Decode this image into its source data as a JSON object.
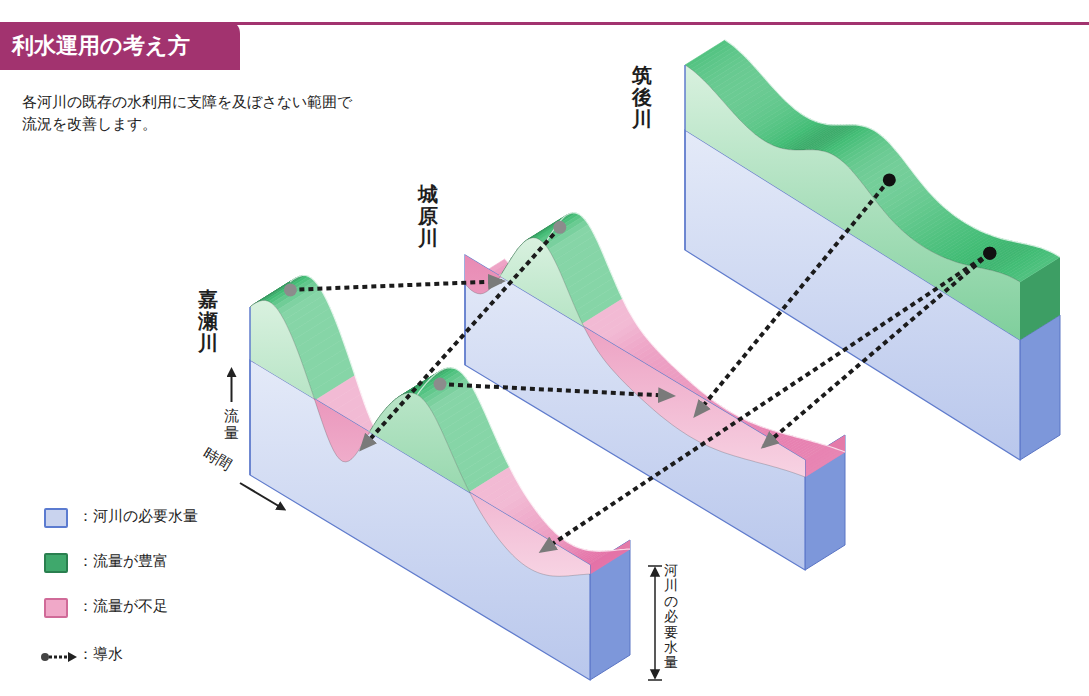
{
  "diagram": {
    "title": "利水運用の考え方",
    "nodes": [
      {
        "text": [
          "嘉瀬川"
        ]
      },
      {
        "text": [
          "城原川"
        ]
      },
      {
        "text": [
          "筑後川"
        ]
      }
    ],
    "edges": [
      {
        "from": 0,
        "to": 1,
        "arrow": "to"
      },
      {
        "from": 1,
        "to": 0,
        "arrow": "to"
      },
      {
        "from": 0,
        "to": 1,
        "arrow": "to"
      },
      {
        "from": 2,
        "to": 1,
        "arrow": "to"
      },
      {
        "from": 2,
        "to": 1,
        "arrow": "to"
      },
      {
        "from": 2,
        "to": 0,
        "arrow": "to"
      }
    ],
    "labels": [
      "各河川の既存の水利用に支障を及ぼさない範囲で 流況を改善します。",
      "流量",
      "時間",
      "河川の必要水量"
    ],
    "legend": [
      {
        "text": "：河川の必要水量",
        "color": "#c9d3ee"
      },
      {
        "text": "：流量が豊富",
        "color": "#3fa86c"
      },
      {
        "text": "：流量が不足",
        "color": "#f0a8c8"
      },
      {
        "text": "：導水"
      }
    ]
  }
}
